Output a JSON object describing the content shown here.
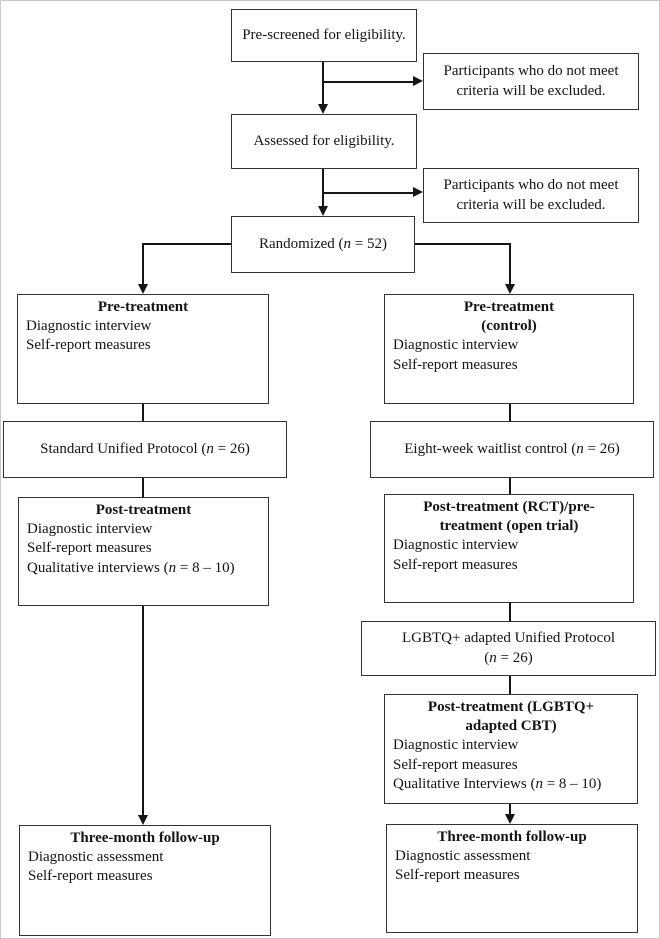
{
  "flow": {
    "prescreened": "Pre-screened for eligibility.",
    "excluded_top": "Participants who do not meet criteria will be excluded.",
    "assessed": "Assessed for eligibility.",
    "excluded_mid": "Participants who do not meet criteria will be excluded.",
    "randomized": {
      "pre": "Randomized (",
      "var": "n",
      "post": " = 52)"
    },
    "left": {
      "pretreatment": {
        "title": "Pre-treatment",
        "lines": [
          "Diagnostic interview",
          "Self-report measures"
        ]
      },
      "protocol": {
        "pre": "Standard Unified Protocol (",
        "var": "n",
        "post": " = 26)"
      },
      "posttreatment": {
        "title": "Post-treatment",
        "lines": [
          "Diagnostic interview",
          "Self-report measures"
        ],
        "qualitative": {
          "pre": "Qualitative interviews (",
          "var": "n",
          "post": " = 8 – 10)"
        }
      },
      "followup": {
        "title": "Three-month follow-up",
        "lines": [
          "Diagnostic assessment",
          "Self-report measures"
        ]
      }
    },
    "right": {
      "pretreatment": {
        "title_line1": "Pre-treatment",
        "title_line2": "(control)",
        "lines": [
          "Diagnostic interview",
          "Self-report measures"
        ]
      },
      "waitlist": {
        "pre": "Eight-week waitlist control (",
        "var": "n",
        "post": " = 26)"
      },
      "posttreatment_rct": {
        "title_line1": "Post-treatment (RCT)/pre-",
        "title_line2": "treatment (open trial)",
        "lines": [
          "Diagnostic interview",
          "Self-report measures"
        ]
      },
      "adapted_protocol": {
        "line1": "LGBTQ+ adapted Unified Protocol",
        "pre": "(",
        "var": "n",
        "post": " = 26)"
      },
      "posttreatment_lgbtq": {
        "title_line1": "Post-treatment (LGBTQ+",
        "title_line2": "adapted CBT)",
        "lines": [
          "Diagnostic interview",
          "Self-report measures"
        ],
        "qualitative": {
          "pre": "Qualitative Interviews (",
          "var": "n",
          "post": " = 8 – 10)"
        }
      },
      "followup": {
        "title": "Three-month follow-up",
        "lines": [
          "Diagnostic assessment",
          "Self-report measures"
        ]
      }
    },
    "colors": {
      "line": "#161616",
      "border": "#333333",
      "background": "#ffffff"
    }
  }
}
